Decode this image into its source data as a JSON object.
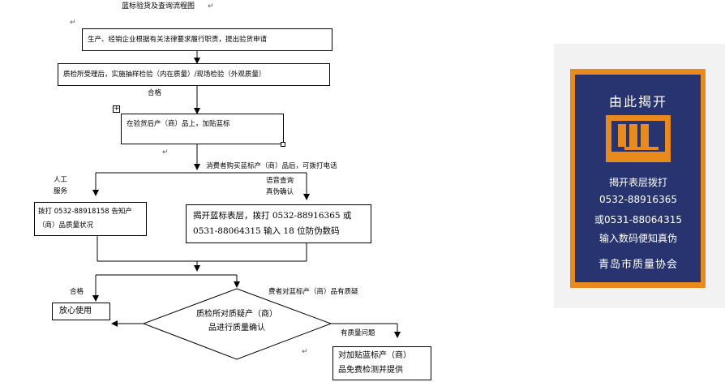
{
  "flow": {
    "title": "蓝标验货及查询流程图",
    "step1": "生产、经销企业根据有关法律要求履行职责，提出验货申请",
    "step2": "质检所受理后，实施抽样检验（内在质量）/现场检验（外观质量）",
    "label_pass1": "合格",
    "step3": "在验货后产（商）品上，加贴蓝标",
    "label_consumer": "消费者购买蓝标产（商）品后，可拨打电话",
    "label_manual_1": "人工",
    "label_manual_2": "服务",
    "label_voice_1": "语音查询",
    "label_voice_2": "真伪确认",
    "box_left_1": "拨打 0532-88918158 告知产",
    "box_left_2": "（商）品质量状况",
    "box_right_1": "揭开蓝标表层，拨打 0532-88916365 或",
    "box_right_2": "0531-88064315 输入 18 位防伪数码",
    "label_pass2": "合格",
    "label_doubt": "费者对蓝标产（商）品有质疑",
    "decision_1": "质检所对质疑产（商）",
    "decision_2": "品进行质量确认",
    "box_use": "放心使用",
    "label_problem": "有质量问题",
    "box_free_1": "对加贴蓝标产（商）",
    "box_free_2": "品免费检测并提供"
  },
  "card": {
    "header": "由此揭开",
    "line1": "揭开表层拨打",
    "line2": "0532-88916365",
    "line3": "或0531-88064315",
    "line4": "输入数码便知真伪",
    "footer": "青岛市质量协会",
    "colors": {
      "frame": "#e98a1c",
      "panel": "#27346f",
      "text": "#ffffff"
    }
  },
  "icons": [
    "move-handle-icon",
    "resize-handle-icon",
    "paragraph-mark-icon",
    "peel-tab-icon"
  ]
}
